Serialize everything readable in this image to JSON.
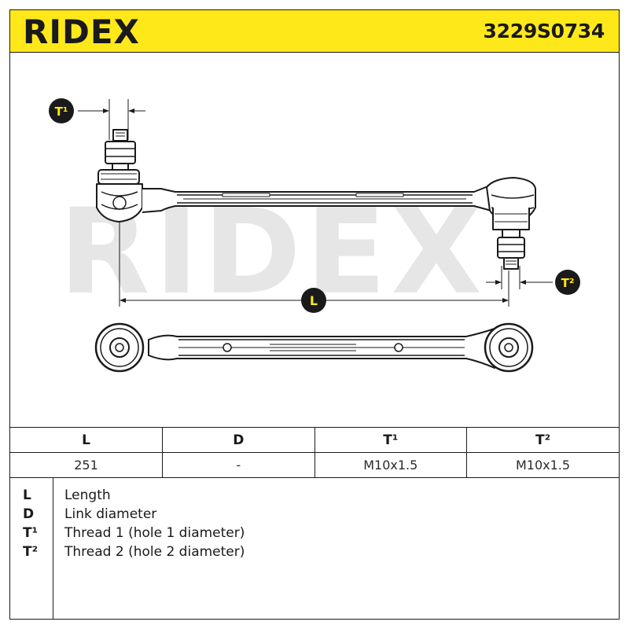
{
  "header": {
    "brand": "RIDEX",
    "part_number": "3229S0734"
  },
  "drawing": {
    "watermark": "RIDEX",
    "callouts": {
      "thread_1": "T¹",
      "thread_2": "T²",
      "length": "L"
    }
  },
  "spec_table": {
    "columns": [
      "L",
      "D",
      "T¹",
      "T²"
    ],
    "values": [
      "251",
      "-",
      "M10x1.5",
      "M10x1.5"
    ]
  },
  "legend": [
    {
      "key": "L",
      "desc": "Length"
    },
    {
      "key": "D",
      "desc": "Link diameter"
    },
    {
      "key": "T¹",
      "desc": "Thread 1 (hole 1 diameter)"
    },
    {
      "key": "T²",
      "desc": "Thread 2 (hole 2 diameter)"
    }
  ],
  "colors": {
    "brand_yellow": "#ffe81a",
    "ink": "#1a1a1a",
    "watermark": "#e6e6e6"
  }
}
